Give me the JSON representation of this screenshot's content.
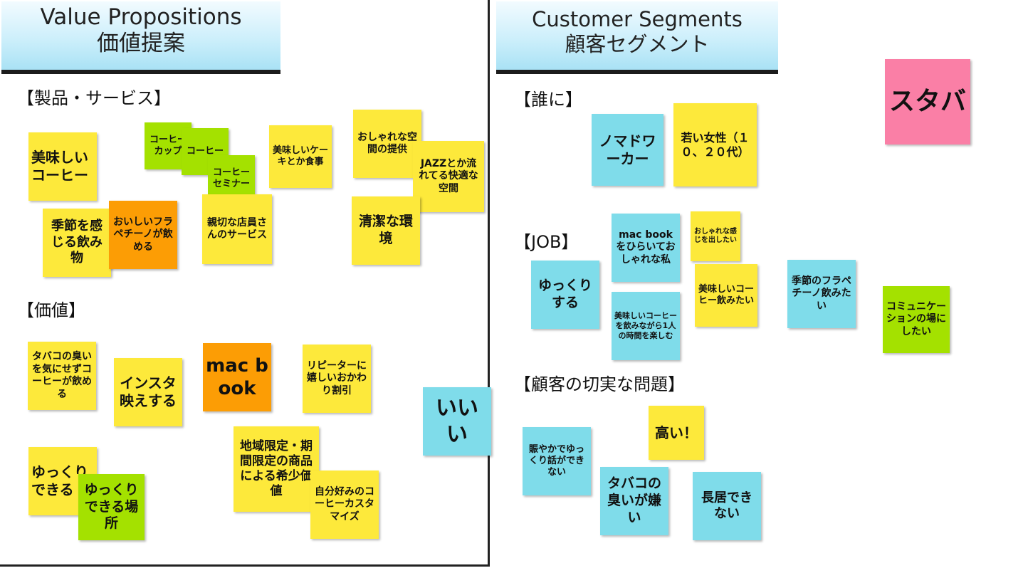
{
  "value_propositions": {
    "header": {
      "en": "Value Propositions",
      "jp": "価値提案"
    },
    "section_products": "【製品・サービス】",
    "section_value": "【価値】",
    "notes": [
      {
        "id": "oishii-coffee",
        "text": "美味しいコーヒー",
        "color": "yellow"
      },
      {
        "id": "coffee-cup",
        "text": "コーヒーカップ",
        "color": "green"
      },
      {
        "id": "coffee-bean",
        "text": "コーヒー",
        "color": "green"
      },
      {
        "id": "coffee-seminar",
        "text": "コーヒーセミナー",
        "color": "green"
      },
      {
        "id": "cake",
        "text": "美味しいケーキとか食事",
        "color": "yellow"
      },
      {
        "id": "oshare-space",
        "text": "おしゃれな空間の提供",
        "color": "yellow"
      },
      {
        "id": "jazz",
        "text": "JAZZとか流れてる快適な空間",
        "color": "yellow"
      },
      {
        "id": "seasonal-drink",
        "text": "季節を感じる飲み物",
        "color": "yellow"
      },
      {
        "id": "frappuccino",
        "text": "おいしいフラペチーノが飲める",
        "color": "orange"
      },
      {
        "id": "kind-staff",
        "text": "親切な店員さんのサービス",
        "color": "yellow"
      },
      {
        "id": "clean",
        "text": "清潔な環境",
        "color": "yellow"
      },
      {
        "id": "no-smoke",
        "text": "タバコの臭いを気にせずコーヒーが飲める",
        "color": "yellow"
      },
      {
        "id": "insta",
        "text": "インスタ映えする",
        "color": "yellow"
      },
      {
        "id": "macbook",
        "text": "mac book",
        "color": "orange"
      },
      {
        "id": "refill",
        "text": "リピーターに嬉しいおかわり割引",
        "color": "yellow"
      },
      {
        "id": "iii",
        "text": "いいい",
        "color": "cyan"
      },
      {
        "id": "relax-yellow",
        "text": "ゆっくりできる",
        "color": "yellow"
      },
      {
        "id": "relax-place",
        "text": "ゆっくりできる場所",
        "color": "green"
      },
      {
        "id": "limited",
        "text": "地域限定・期間限定の商品による希少価値",
        "color": "yellow"
      },
      {
        "id": "customize",
        "text": "自分好みのコーヒーカスタマイズ",
        "color": "yellow"
      }
    ]
  },
  "customer_segments": {
    "header": {
      "en": "Customer Segments",
      "jp": "顧客セグメント"
    },
    "section_who": "【誰に】",
    "section_job": "【JOB】",
    "section_problem": "【顧客の切実な問題】",
    "notes": [
      {
        "id": "nomad",
        "text": "ノマドワーカー",
        "color": "cyan"
      },
      {
        "id": "young-women",
        "text": "若い女性（１０、２０代）",
        "color": "yellow"
      },
      {
        "id": "macbook-job",
        "text": "mac bookをひらいておしゃれな私",
        "color": "cyan"
      },
      {
        "id": "oshare-feel",
        "text": "おしゃれな感じを出したい",
        "color": "yellow"
      },
      {
        "id": "relax-job",
        "text": "ゆっくりする",
        "color": "cyan"
      },
      {
        "id": "alone-time",
        "text": "美味しいコーヒーを飲みながら1人の時間を楽しむ",
        "color": "cyan"
      },
      {
        "id": "want-coffee",
        "text": "美味しいコーヒー飲みたい",
        "color": "yellow"
      },
      {
        "id": "seasonal-frap",
        "text": "季節のフラペチーノ飲みたい",
        "color": "cyan"
      },
      {
        "id": "community",
        "text": "コミュニケーションの場にしたい",
        "color": "green"
      },
      {
        "id": "expensive",
        "text": "高い！",
        "color": "yellow"
      },
      {
        "id": "noisy",
        "text": "賑やかでゆっくり話ができない",
        "color": "cyan"
      },
      {
        "id": "hate-smoke",
        "text": "タバコの臭いが嫌い",
        "color": "cyan"
      },
      {
        "id": "cant-stay",
        "text": "長居できない",
        "color": "cyan"
      }
    ]
  },
  "title_note": {
    "text": "スタバ",
    "color": "pink"
  },
  "colors": {
    "yellow": "#fde93b",
    "green": "#a4e100",
    "orange": "#fc9d05",
    "cyan": "#7fdcea",
    "pink": "#fa7fa6"
  }
}
